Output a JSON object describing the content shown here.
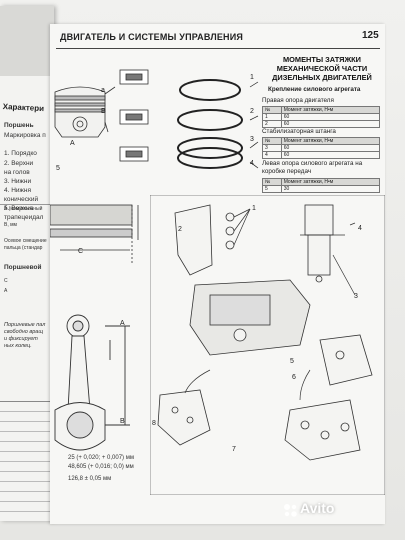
{
  "header": {
    "title": "ДВИГАТЕЛЬ И СИСТЕМЫ УПРАВЛЕНИЯ",
    "page_number": "125"
  },
  "left_page": {
    "heading": "Характери",
    "lines": [
      "Поршень",
      "Маркировка п",
      "1. Порядко",
      "2. Верхни",
      "  на голов",
      "3. Нижни",
      "4. Нижня",
      "  конический",
      "5. Верхня",
      "  трапецеидал",
      "А (номинальный",
      "В, мм",
      "Осевое смещение",
      "пальца (стандар",
      "Поршневой",
      "С",
      "А",
      "Поршневые пал",
      "свободно вращ",
      "и фиксирует",
      "ных колец."
    ],
    "table_values": [
      "25 (+ 0,020; + 0,007) мм",
      "48,605 (+ 0,016; 0,0) мм",
      "126,8 ± 0,05 мм"
    ]
  },
  "right_box": {
    "title": "МОМЕНТЫ ЗАТЯЖКИ МЕХАНИЧЕСКОЙ ЧАСТИ ДИЗЕЛЬНЫХ ДВИГАТЕЛЕЙ",
    "subtitle": "Крепление силового агрегата",
    "sections": [
      {
        "title": "Правая опора двигателя",
        "head": [
          "№",
          "Момент затяжки, Н•м"
        ],
        "rows": [
          [
            "1",
            "60"
          ],
          [
            "2",
            "60"
          ]
        ]
      },
      {
        "title": "Стабилизаторная штанга",
        "head": [
          "№",
          "Момент затяжки, Н•м"
        ],
        "rows": [
          [
            "3",
            "60"
          ],
          [
            "4",
            "60"
          ]
        ]
      },
      {
        "title": "Левая опора силового агрегата на коробке передач",
        "head": [
          "№",
          "Момент затяжки, Н•м"
        ],
        "rows": [
          [
            "5",
            "30"
          ]
        ]
      }
    ]
  },
  "diagram_labels": {
    "piston": [
      "a",
      "1",
      "2",
      "3",
      "4",
      "5",
      "A",
      "B"
    ],
    "rod": [
      "A",
      "B"
    ],
    "mount": [
      "1",
      "2",
      "3",
      "4",
      "5",
      "6",
      "7",
      "8"
    ]
  },
  "watermark": "Avito"
}
